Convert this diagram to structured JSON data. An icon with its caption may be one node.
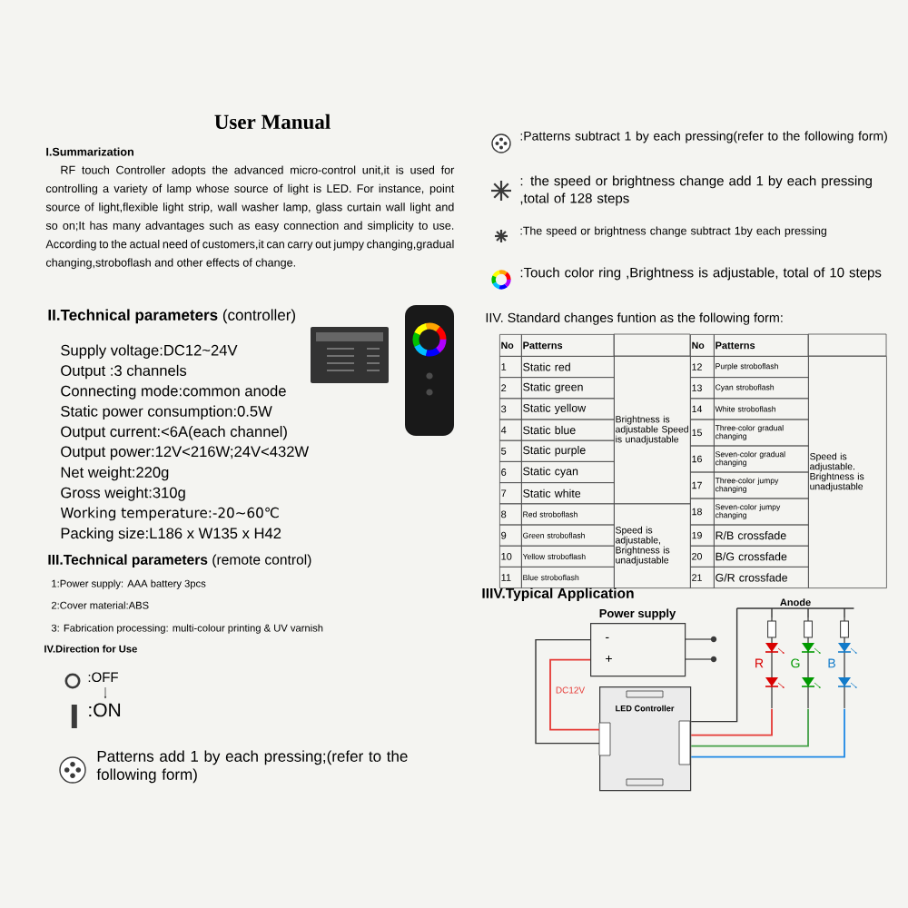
{
  "diagram": {
    "title": "User Manual",
    "nodes": [
      {
        "text": [
          "Power supply",
          "-",
          "+"
        ]
      },
      {
        "text": [
          "LED Controller"
        ]
      },
      {
        "text": [
          "Anode"
        ]
      },
      {
        "text": [
          "R"
        ]
      },
      {
        "text": [
          "G"
        ]
      },
      {
        "text": [
          "B"
        ]
      }
    ],
    "edges": [
      {
        "from": 0,
        "to": 1,
        "arrow": "none"
      },
      {
        "from": 0,
        "to": 1,
        "arrow": "none",
        "label": "DC12V",
        "color": "#e53935"
      },
      {
        "from": 1,
        "to": 2,
        "arrow": "none"
      },
      {
        "from": 2,
        "to": 3,
        "arrow": "none"
      },
      {
        "from": 2,
        "to": 4,
        "arrow": "none"
      },
      {
        "from": 2,
        "to": 5,
        "arrow": "none"
      },
      {
        "from": 1,
        "to": 3,
        "arrow": "none",
        "color": "#e53935"
      },
      {
        "from": 1,
        "to": 4,
        "arrow": "none",
        "color": "#43a047"
      },
      {
        "from": 1,
        "to": 5,
        "arrow": "none",
        "color": "#1e88e5"
      }
    ],
    "labels": [
      "I.Summarization",
      "RF touch Controller adopts the advanced micro-control unit,it is used for controlling a variety of lamp whose source of light is LED. For instance, point source of light,flexible light strip, wall washer lamp, glass curtain wall light and so on;It has many advantages such as easy connection and simplicity to use. According to the actual need of customers,it can carry out jumpy changing,gradual changing,stroboflash and other effects of change.",
      "**II.Technical parameters** (controller)",
      "Supply voltage:DC12~24V",
      "Output :3 channels",
      "Connecting mode:common anode",
      "Static power consumption:0.5W",
      "Output current:<6A(each channel)",
      "Output power:12V<216W;24V<432W",
      "Net weight:220g",
      "Gross weight:310g",
      "Working temperature:-20~60℃",
      "Packing size:L186 x W135 x H42",
      "**III.Technical parameters** (remote control)",
      "1:Power supply: AAA battery 3pcs",
      "2:Cover material:ABS",
      "3: Fabrication processing: multi-colour printing & UV varnish",
      "IV.Direction for Use",
      ":OFF",
      ":ON",
      "Patterns add 1 by each pressing;(refer to the following form)",
      ":Patterns subtract 1 by each pressing(refer to the following form)",
      ": the speed or brightness change add 1 by each pressing ,total of 128 steps",
      ":The speed or brightness change subtract 1by each pressing",
      ":Touch color ring ,Brightness is adjustable, total of 10 steps",
      "IIV. Standard changes funtion as the following form:",
      "No",
      "Patterns",
      "1",
      "Static red",
      "Brightness is adjustable Speed is unadjustable",
      "2",
      "Static green",
      "3",
      "Static yellow",
      "4",
      "Static blue",
      "5",
      "Static purple",
      "6",
      "Static cyan",
      "7",
      "Static white",
      "8",
      "Red stroboflash",
      "Speed is adjustable, Brightness is unadjustable",
      "9",
      "Green stroboflash",
      "10",
      "Yellow stroboflash",
      "11",
      "Blue stroboflash",
      "No",
      "Patterns",
      "12",
      "Purple stroboflash",
      "Speed is adjustable. Brightness is unadjustable",
      "13",
      "Cyan stroboflash",
      "14",
      "White stroboflash",
      "15",
      "Three-color gradual changing",
      "16",
      "Seven-color gradual changing",
      "17",
      "Three-color jumpy changing",
      "18",
      "Seven-color jumpy changing",
      "19",
      "R/B crossfade",
      "20",
      "B/G crossfade",
      "21",
      "G/R crossfade",
      "IIIV.Typical Application"
    ]
  }
}
